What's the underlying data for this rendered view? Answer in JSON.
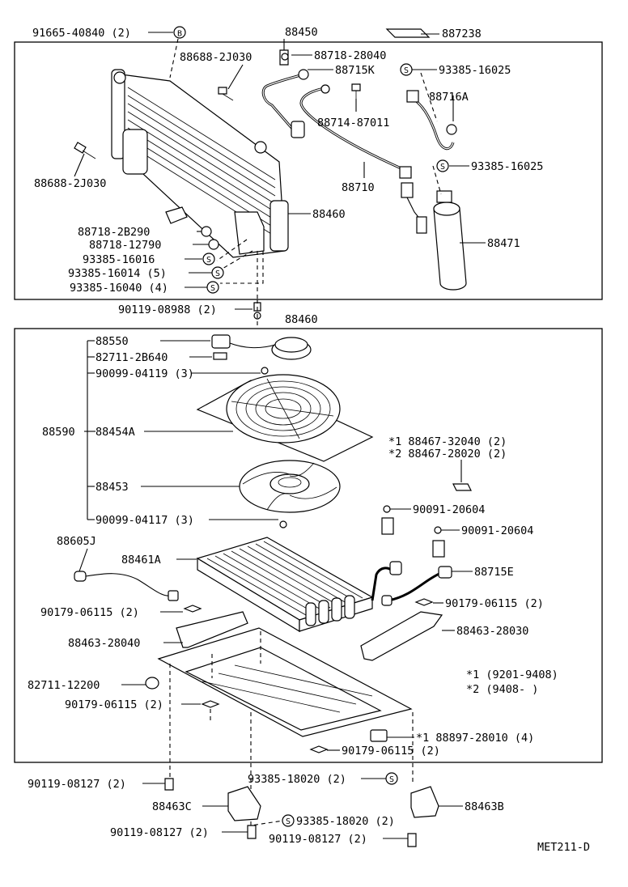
{
  "labels": {
    "l1": "91665-40840 (2)",
    "l2": "88450",
    "l3": "887238",
    "l4": "88688-2J030",
    "l5": "88718-28040",
    "l6": "93385-16025",
    "l7": "88715K",
    "l8": "88716A",
    "l9": "88714-87011",
    "l10": "93385-16025",
    "l11": "88688-2J030",
    "l12": "88710",
    "l13": "88460",
    "l14": "88718-2B290",
    "l15": "88718-12790",
    "l16": "88471",
    "l17": "93385-16016",
    "l18": "93385-16014 (5)",
    "l19": "93385-16040 (4)",
    "l20": "90119-08988 (2)",
    "l21": "88460",
    "l22": "88550",
    "l23": "82711-2B640",
    "l24": "90099-04119 (3)",
    "l25": "88590",
    "l26": "88454A",
    "l27": "*1  88467-32040 (2)",
    "l28": "*2  88467-28020 (2)",
    "l29": "88453",
    "l30": "90099-04117 (3)",
    "l31": "90091-20604",
    "l32": "90091-20604",
    "l33": "88605J",
    "l34": "88461A",
    "l35": "88715E",
    "l36": "90179-06115 (2)",
    "l37": "90179-06115 (2)",
    "l38": "88463-28030",
    "l39": "88463-28040",
    "l40": "*1  (9201-9408)",
    "l41": "*2  (9408-      )",
    "l42": "82711-12200",
    "l43": "90179-06115 (2)",
    "l44": "*1  88897-28010 (4)",
    "l45": "90179-06115 (2)",
    "l46": "90119-08127 (2)",
    "l47": "93385-18020 (2)",
    "l48": "88463C",
    "l49": "88463B",
    "l50": "93385-18020 (2)",
    "l51": "90119-08127 (2)",
    "l52": "90119-08127 (2)",
    "l53": "MET211-D"
  },
  "symbols": {
    "b_marker": "B",
    "s_marker": "S"
  }
}
